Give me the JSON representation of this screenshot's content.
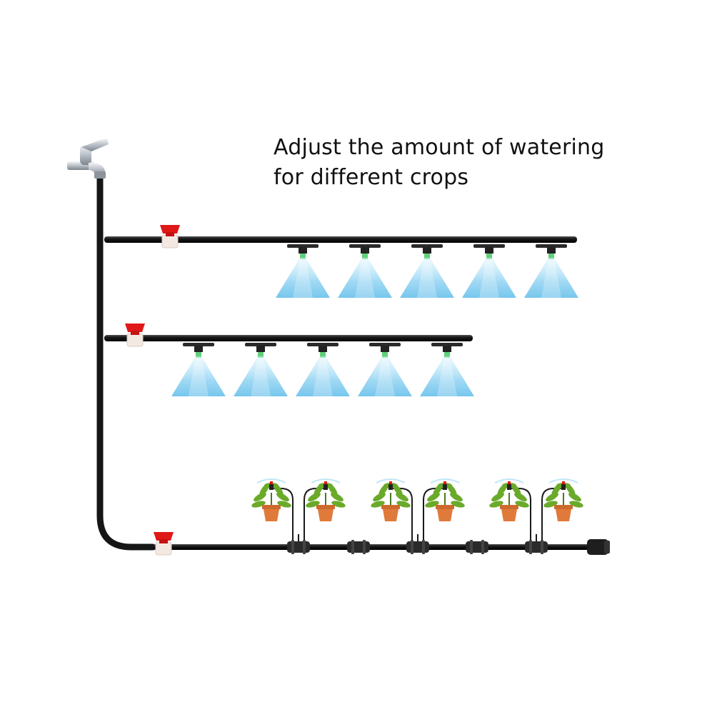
{
  "caption": {
    "line1": "Adjust the amount of watering",
    "line2": "for different crops"
  },
  "colors": {
    "pipe": "#1a1a1a",
    "valve_handle": "#e01818",
    "valve_body": "#f3e9e3",
    "spray": "#8fd2f2",
    "nozzle_tip": "#5fd07a",
    "pot": "#e07a3a",
    "leaf": "#6aaa2a",
    "faucet": "#c9ced3"
  },
  "icons": [
    "faucet-icon",
    "valve-icon",
    "misting-nozzle-icon",
    "spray-cone-icon",
    "potted-plant-icon",
    "drip-stake-icon",
    "connector-icon",
    "end-cap-icon"
  ],
  "branches": [
    {
      "name": "upper-mist-line",
      "nozzles": 5
    },
    {
      "name": "middle-mist-line",
      "nozzles": 5
    },
    {
      "name": "drip-line",
      "plants": 6
    }
  ]
}
